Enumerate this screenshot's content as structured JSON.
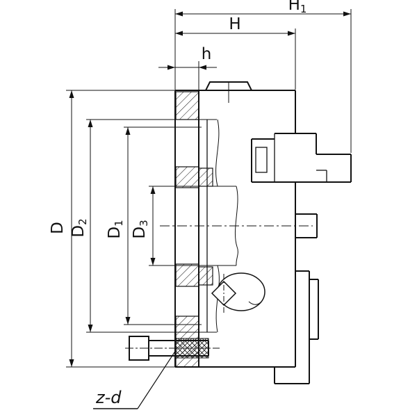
{
  "page": {
    "background": "#ffffff",
    "line_color": "#111111"
  },
  "drawing": {
    "type": "technical-drawing",
    "subject": "lathe-chuck-cross-section",
    "dims": {
      "H1": {
        "base": "H",
        "sub": "1"
      },
      "H": {
        "base": "H",
        "sub": ""
      },
      "h": {
        "base": "h",
        "sub": ""
      },
      "D": {
        "base": "D",
        "sub": ""
      },
      "D2": {
        "base": "D",
        "sub": "2"
      },
      "D1": {
        "base": "D",
        "sub": "1"
      },
      "D3": {
        "base": "D",
        "sub": "3"
      },
      "z_d": {
        "label": "z-d"
      }
    }
  }
}
